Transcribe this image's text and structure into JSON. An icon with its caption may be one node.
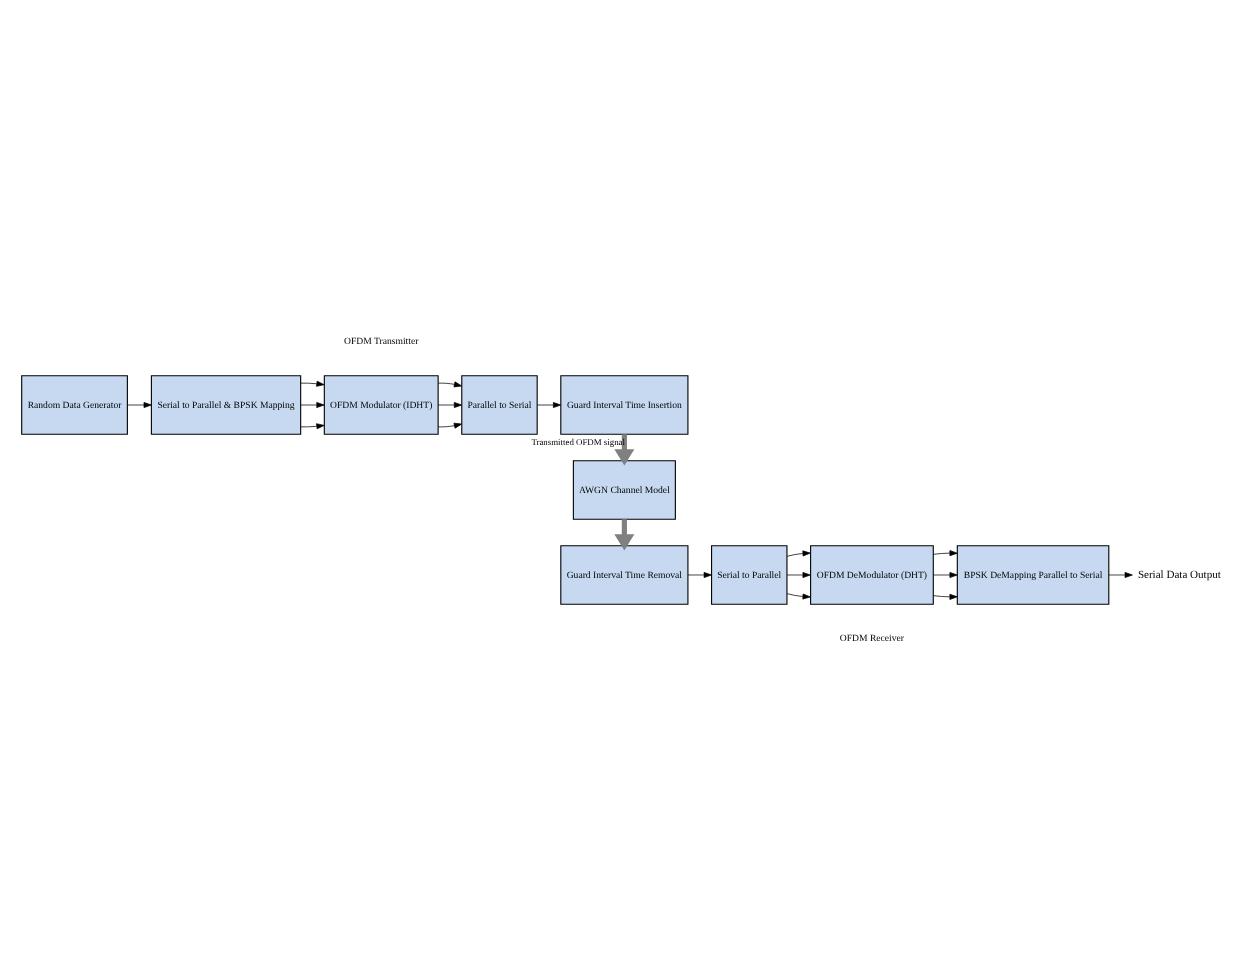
{
  "diagram": {
    "nodes": [
      {
        "text": [
          "Random Data Generator"
        ]
      },
      {
        "text": [
          "Serial to Parallel & BPSK Mapping"
        ]
      },
      {
        "text": [
          "OFDM Modulator (IDHT)"
        ]
      },
      {
        "text": [
          "Parallel to Serial"
        ]
      },
      {
        "text": [
          "Guard Interval Time Insertion"
        ]
      },
      {
        "text": [
          "AWGN Channel Model"
        ]
      },
      {
        "text": [
          "Guard Interval Time Removal"
        ]
      },
      {
        "text": [
          "Serial to Parallel"
        ]
      },
      {
        "text": [
          "OFDM DeModulator (DHT)"
        ]
      },
      {
        "text": [
          "BPSK DeMapping Parallel to Serial"
        ]
      },
      {
        "text": [
          "Serial Data Output"
        ]
      }
    ],
    "edges": [
      {
        "from": 0,
        "to": 1,
        "arrow": "to"
      },
      {
        "from": 1,
        "to": 2,
        "arrow": "to"
      },
      {
        "from": 1,
        "to": 2,
        "arrow": "to"
      },
      {
        "from": 1,
        "to": 2,
        "arrow": "to"
      },
      {
        "from": 2,
        "to": 3,
        "arrow": "to"
      },
      {
        "from": 2,
        "to": 3,
        "arrow": "to"
      },
      {
        "from": 2,
        "to": 3,
        "arrow": "to"
      },
      {
        "from": 3,
        "to": 4,
        "arrow": "to"
      },
      {
        "from": 4,
        "to": 5,
        "arrow": "to",
        "label": "Transmitted OFDM signal",
        "style": "thick",
        "color": "#808080"
      },
      {
        "from": 5,
        "to": 6,
        "arrow": "to",
        "style": "thick",
        "color": "#808080"
      },
      {
        "from": 6,
        "to": 7,
        "arrow": "to"
      },
      {
        "from": 7,
        "to": 8,
        "arrow": "to"
      },
      {
        "from": 7,
        "to": 8,
        "arrow": "to"
      },
      {
        "from": 7,
        "to": 8,
        "arrow": "to"
      },
      {
        "from": 8,
        "to": 9,
        "arrow": "to"
      },
      {
        "from": 8,
        "to": 9,
        "arrow": "to"
      },
      {
        "from": 8,
        "to": 9,
        "arrow": "to"
      },
      {
        "from": 9,
        "to": 10,
        "arrow": "to"
      }
    ],
    "labels": [
      "OFDM Transmitter",
      "OFDM Receiver"
    ]
  }
}
